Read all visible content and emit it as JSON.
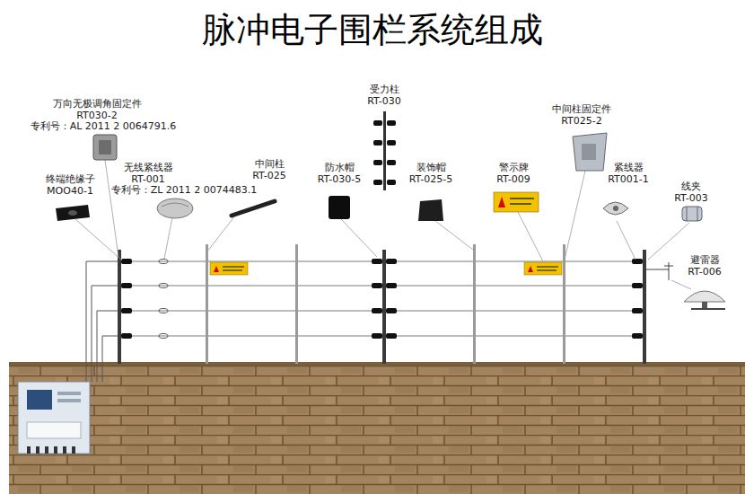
{
  "diagram": {
    "title": "脉冲电子围栏系统组成",
    "labels": [
      "万向无极调角固定件",
      "RT030-2",
      "专利号：AL 2011 2 0064791.6",
      "终端绝缘子",
      "MOO40-1",
      "无线紧线器",
      "RT-001",
      "专利号：ZL 2011 2 0074483.1",
      "中间柱",
      "RT-025",
      "受力柱",
      "RT-030",
      "防水帽",
      "RT-030-5",
      "装饰帽",
      "RT-025-5",
      "警示牌",
      "RT-009",
      "中间柱固定件",
      "RT025-2",
      "紧线器",
      "RT001-1",
      "线夹",
      "RT-003",
      "避雷器",
      "RT-006"
    ]
  }
}
